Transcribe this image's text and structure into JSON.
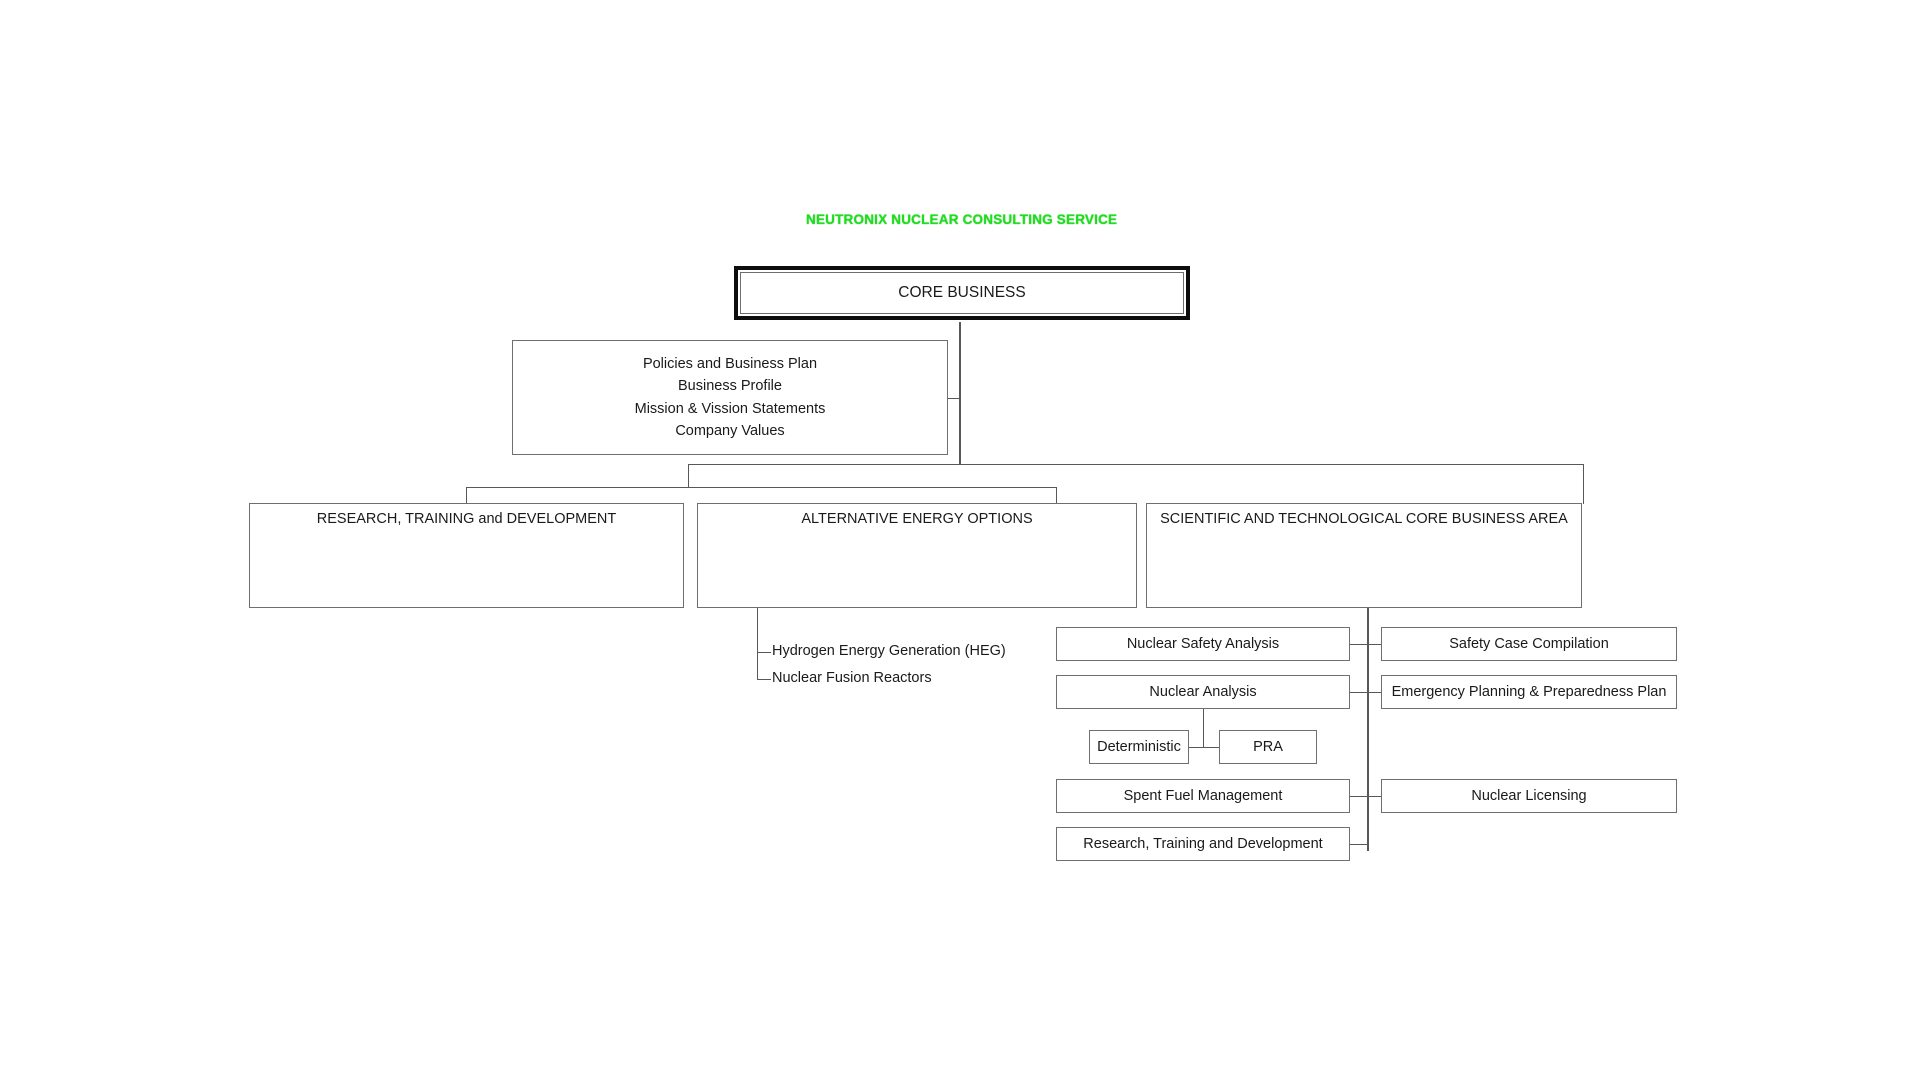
{
  "title": "NEUTRONIX NUCLEAR CONSULTING SERVICE",
  "colors": {
    "title_green": "#1fdd1f",
    "box_border": "#6f6f6f",
    "root_border": "#0d0d0d",
    "connector": "#585858",
    "background": "#ffffff",
    "text": "#1a1a1a"
  },
  "nodes": {
    "root": "CORE BUSINESS",
    "policies": {
      "line1": "Policies and Business Plan",
      "line2": "Business Profile",
      "line3": "Mission & Vission Statements",
      "line4": "Company Values"
    },
    "branch_research": "RESEARCH, TRAINING and DEVELOPMENT",
    "branch_alternative": "ALTERNATIVE ENERGY OPTIONS",
    "branch_scientific": "SCIENTIFIC AND TECHNOLOGICAL CORE BUSINESS AREA",
    "alt_children": [
      "Hydrogen Energy Generation (HEG)",
      "Nuclear Fusion Reactors"
    ],
    "sci_left": [
      "Nuclear Safety Analysis",
      "Nuclear Analysis",
      "Spent Fuel Management",
      "Research, Training and Development"
    ],
    "sci_right": [
      "Safety Case Compilation",
      "Emergency Planning & Preparedness Plan",
      "Nuclear Licensing"
    ],
    "nuclear_analysis_children": [
      "Deterministic",
      "PRA"
    ]
  }
}
